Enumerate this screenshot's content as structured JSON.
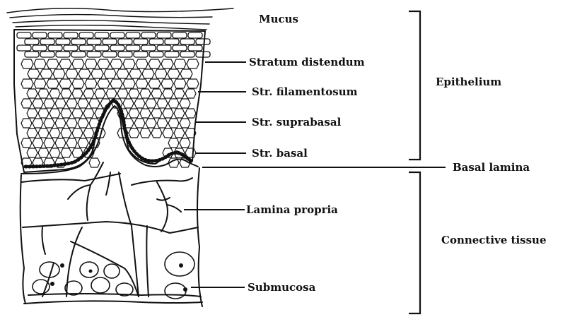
{
  "diagram": {
    "layer_labels": {
      "mucus": "Mucus",
      "stratum_distendum": "Stratum distendum",
      "str_filamentosum": "Str. filamentosum",
      "str_suprabasal": "Str. suprabasal",
      "str_basal": "Str. basal",
      "basal_lamina": "Basal lamina",
      "lamina_propria": "Lamina propria",
      "submucosa": "Submucosa"
    },
    "group_labels": {
      "epithelium": "Epithelium",
      "connective_tissue": "Connective tissue"
    },
    "colors": {
      "ink": "#111111",
      "background": "#ffffff"
    }
  }
}
